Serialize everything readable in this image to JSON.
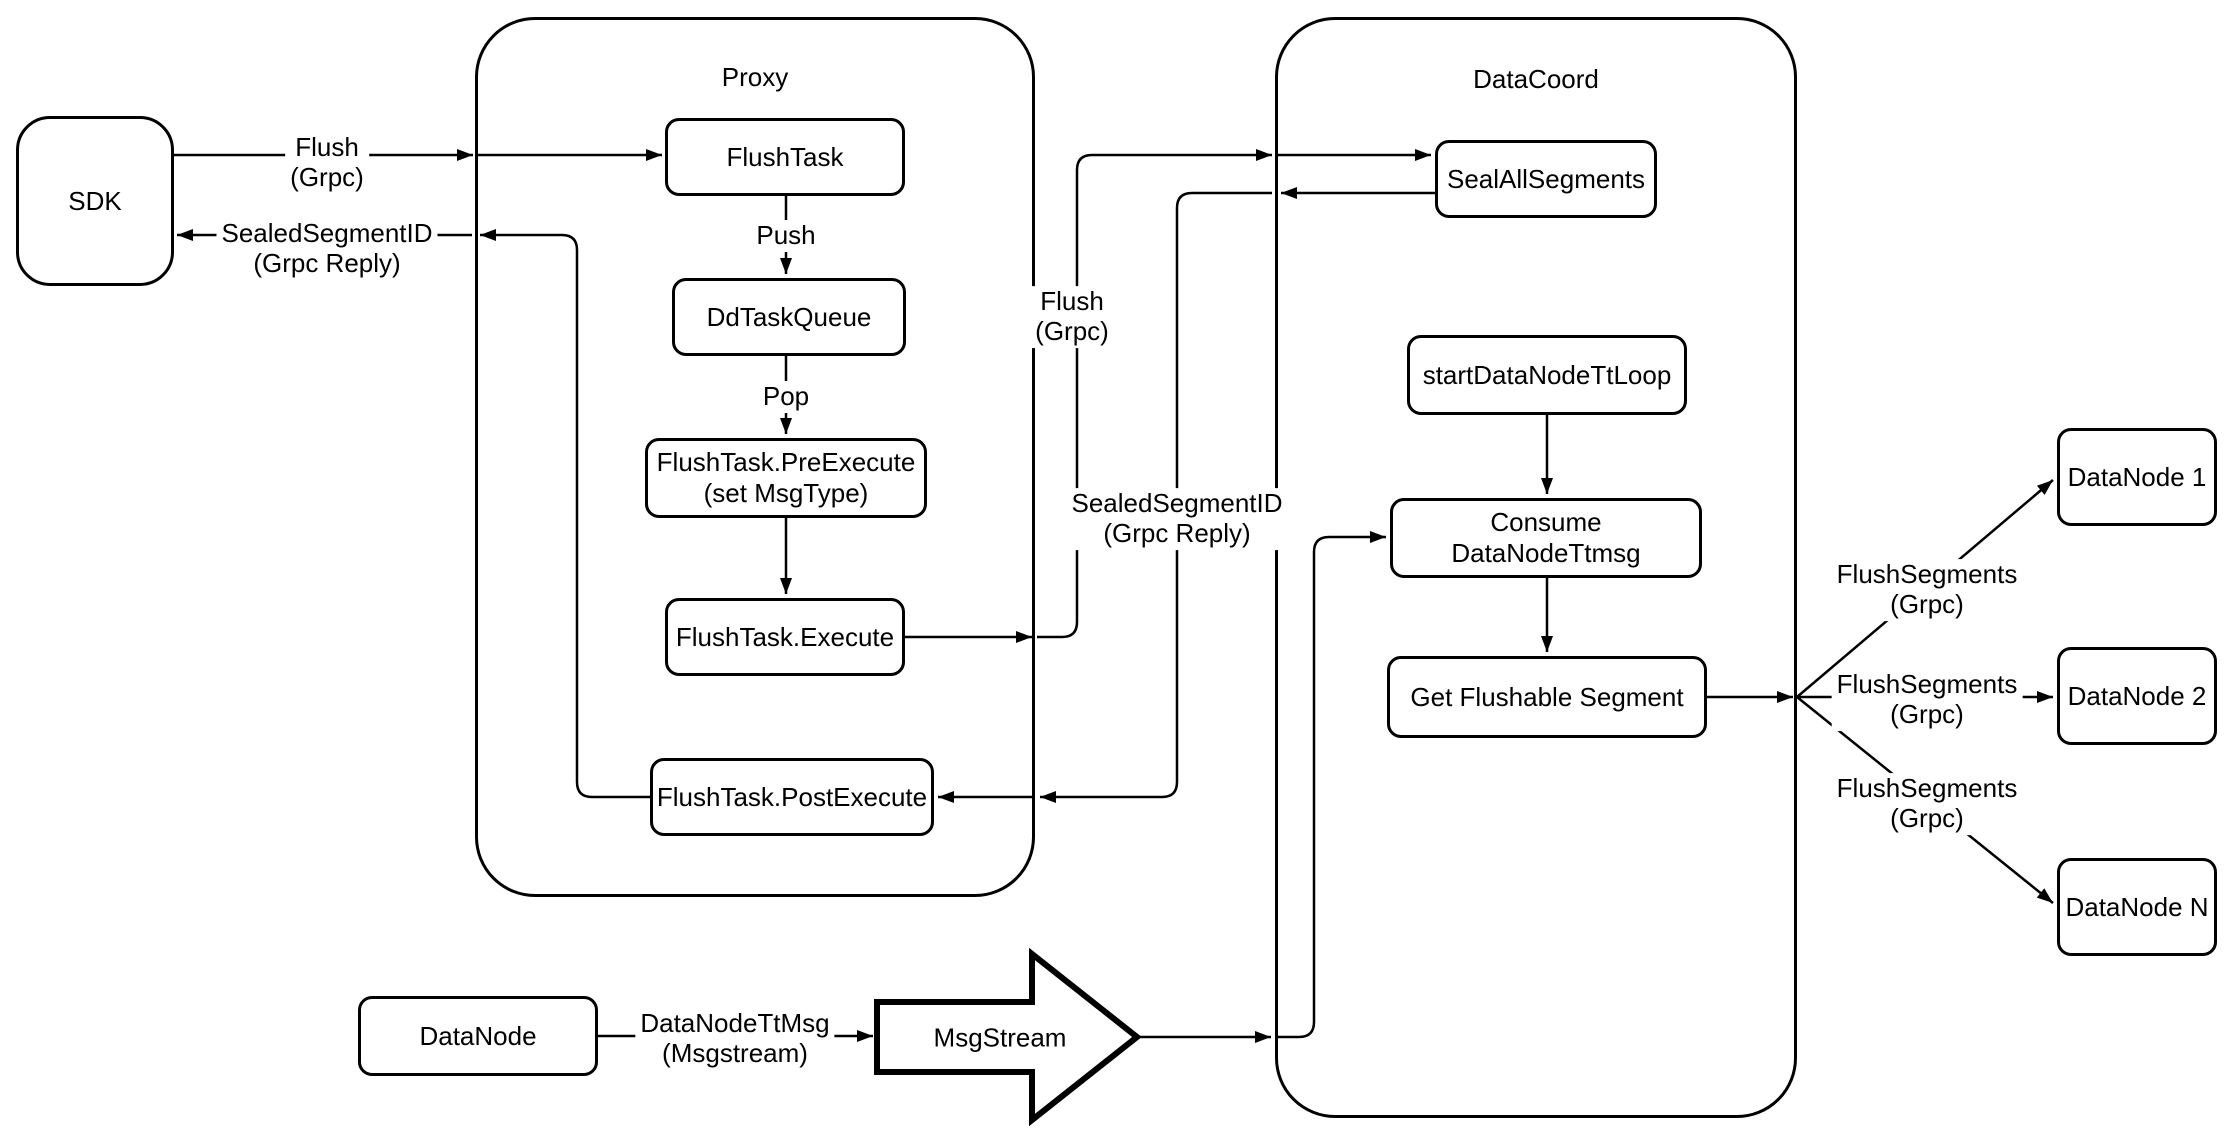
{
  "diagram": {
    "containers": {
      "proxy": {
        "label": "Proxy"
      },
      "datacoord": {
        "label": "DataCoord"
      }
    },
    "nodes": {
      "sdk": "SDK",
      "flush_task": "FlushTask",
      "dd_task_queue": "DdTaskQueue",
      "pre_execute": "FlushTask.PreExecute\n(set MsgType)",
      "execute": "FlushTask.Execute",
      "post_execute": "FlushTask.PostExecute",
      "seal_all_segments": "SealAllSegments",
      "start_datanode_tt_loop": "startDataNodeTtLoop",
      "consume_datanode_ttmsg": "Consume DataNodeTtmsg",
      "get_flushable_segment": "Get Flushable Segment",
      "datanode_1": "DataNode 1",
      "datanode_2": "DataNode 2",
      "datanode_n": "DataNode N",
      "datanode": "DataNode",
      "msgstream": "MsgStream"
    },
    "edge_labels": {
      "flush_grpc_sdk": "Flush\n(Grpc)",
      "sealed_segment_id_sdk": "SealedSegmentID\n(Grpc Reply)",
      "push": "Push",
      "pop": "Pop",
      "flush_grpc_mid": "Flush\n(Grpc)",
      "sealed_segment_id_mid": "SealedSegmentID\n(Grpc Reply)",
      "datanode_ttmsg": "DataNodeTtMsg\n(Msgstream)",
      "flush_segments_1": "FlushSegments\n(Grpc)",
      "flush_segments_2": "FlushSegments\n(Grpc)",
      "flush_segments_3": "FlushSegments\n(Grpc)"
    },
    "colors": {
      "stroke": "#000000",
      "node_fill": "#ffffff",
      "background": "#ffffff"
    }
  }
}
